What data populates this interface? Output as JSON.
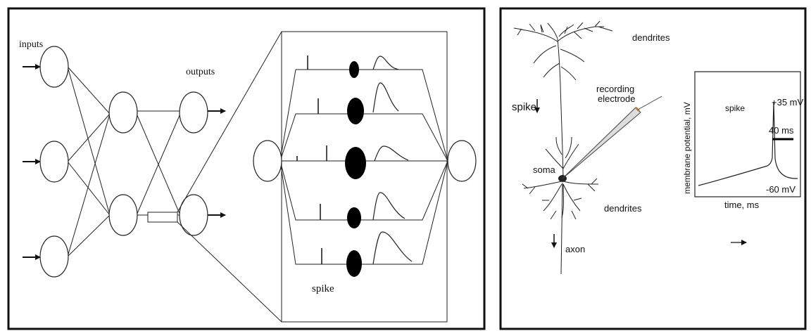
{
  "left_panel": {
    "inputs_label": "inputs",
    "outputs_label": "outputs",
    "spike_label": "spike"
  },
  "right_panel": {
    "dendrites_top_label": "dendrites",
    "dendrites_bottom_label": "dendrites",
    "spike_label": "spike",
    "recording_label_line1": "recording",
    "recording_label_line2": "electrode",
    "soma_label": "soma",
    "axon_label": "axon",
    "graph": {
      "y_axis_label": "membrane potential, mV",
      "x_axis_label": "time, ms",
      "peak_label": "+35 mV",
      "rest_label": "-60 mV",
      "spike_label": "spike",
      "scale_label": "40 ms"
    }
  }
}
